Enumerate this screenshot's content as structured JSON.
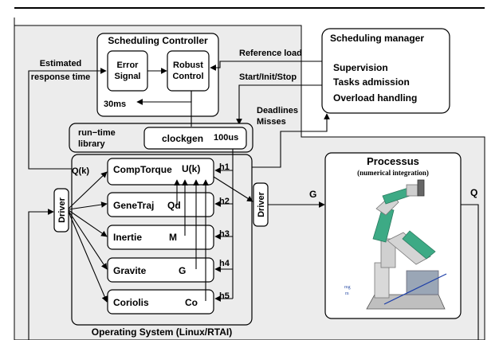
{
  "scheduling_controller": {
    "title": "Scheduling Controller",
    "error_signal": [
      "Error",
      "Signal"
    ],
    "robust_control": [
      "Robust",
      "Control"
    ],
    "period": "30ms"
  },
  "scheduling_manager": {
    "title": "Scheduling manager",
    "items": [
      "Supervision",
      "Tasks admission",
      "Overload handling"
    ]
  },
  "signals": {
    "estimated_response_time": [
      "Estimated",
      "response time"
    ],
    "reference_load": "Reference load",
    "start_init_stop": "Start/Init/Stop",
    "deadlines_misses": [
      "Deadlines",
      "Misses"
    ]
  },
  "runtime_library": {
    "label": [
      "run−time",
      "library"
    ],
    "clockgen": "clockgen",
    "period": "100us"
  },
  "tasks": [
    {
      "name": "CompTorque",
      "output": "U(k)",
      "hook": "h1"
    },
    {
      "name": "GeneTraj",
      "output": "Qd",
      "hook": "h2"
    },
    {
      "name": "Inertie",
      "output": "M",
      "hook": "h3"
    },
    {
      "name": "Gravite",
      "output": "G",
      "hook": "h4"
    },
    {
      "name": "Coriolis",
      "output": "Co",
      "hook": "h5"
    }
  ],
  "input_label": "Q(k)",
  "driver_left": "Driver",
  "driver_right": "Driver",
  "os_label": "Operating System (Linux/RTAI)",
  "output_G": "G",
  "output_Q": "Q",
  "processus": {
    "title": "Processus",
    "subtitle": "(numerical integration)"
  }
}
